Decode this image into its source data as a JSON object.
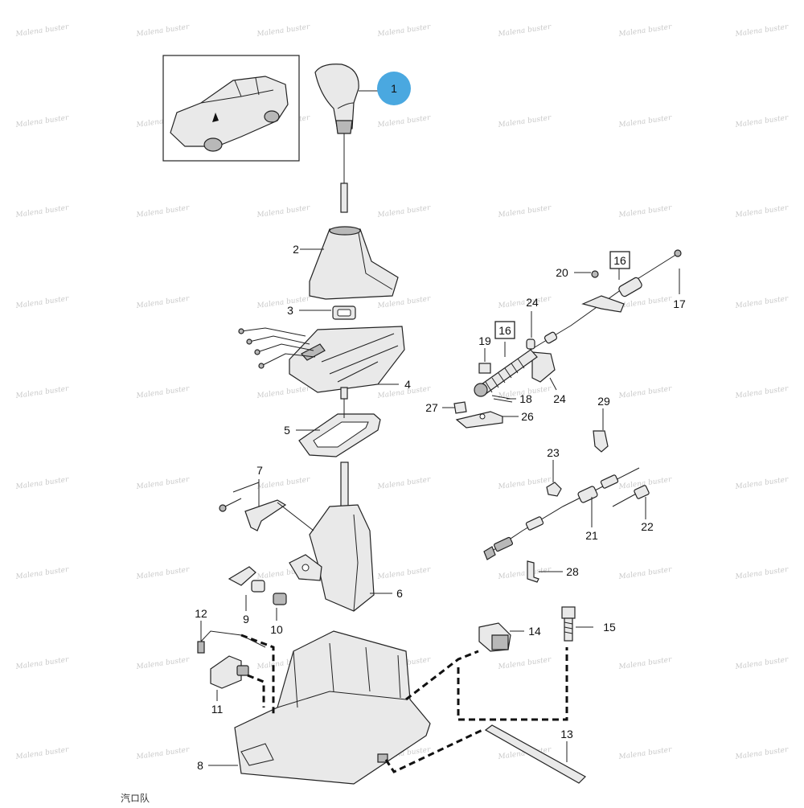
{
  "watermark": "Malena buster",
  "callouts": {
    "c1": "1",
    "c2": "2",
    "c3": "3",
    "c4": "4",
    "c5": "5",
    "c6": "6",
    "c7": "7",
    "c8": "8",
    "c9": "9",
    "c10": "10",
    "c11": "11",
    "c12": "12",
    "c13": "13",
    "c14": "14",
    "c15": "15",
    "c16a": "16",
    "c16b": "16",
    "c17": "17",
    "c18": "18",
    "c19": "19",
    "c20": "20",
    "c21": "21",
    "c22": "22",
    "c23": "23",
    "c24a": "24",
    "c24b": "24",
    "c26": "26",
    "c27": "27",
    "c28": "28",
    "c29": "29"
  },
  "highlight_color": "#4aa8e0",
  "footer_text": "汽ロ队"
}
